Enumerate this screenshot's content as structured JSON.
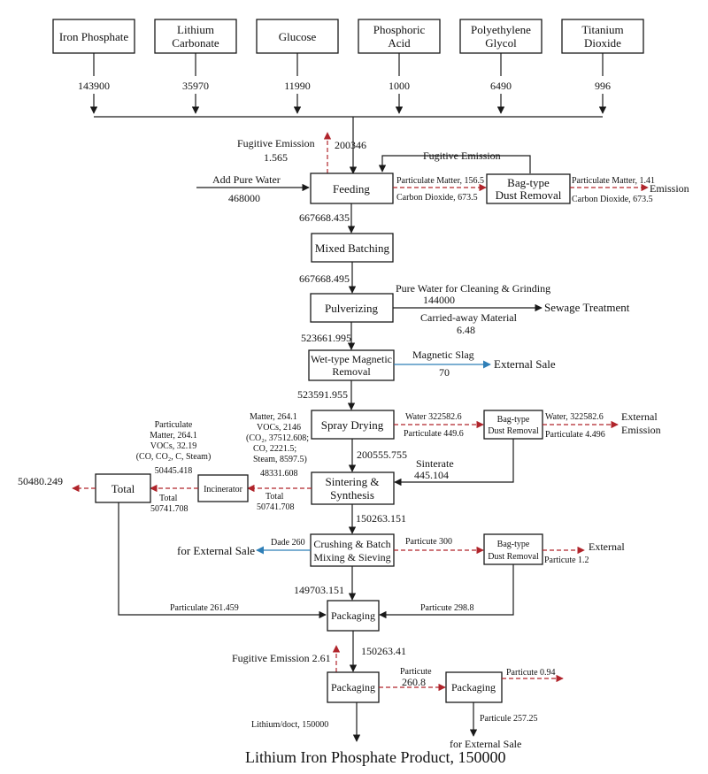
{
  "inputs": {
    "iron_phosphate": {
      "label": "Iron Phosphate",
      "value": "143900"
    },
    "lithium_carbonate": {
      "label1": "Lithium",
      "label2": "Carbonate",
      "value": "35970"
    },
    "glucose": {
      "label": "Glucose",
      "value": "11990"
    },
    "phosphoric_acid": {
      "label1": "Phosphoric",
      "label2": "Acid",
      "value": "1000"
    },
    "peg": {
      "label1": "Polyethylene",
      "label2": "Glycol",
      "value": "6490"
    },
    "titanium_dioxide": {
      "label1": "Titanium",
      "label2": "Dioxide",
      "value": "996"
    }
  },
  "feeding": {
    "box": "Feeding",
    "in_total": "200346",
    "fugitive_label": "Fugitive Emission",
    "fugitive_value": "1.565",
    "water_label": "Add Pure Water",
    "water_value": "468000",
    "particulate": "Particulate Matter, 156.5",
    "co2": "Carbon Dioxide, 673.5",
    "return_label": "Fugitive Emission",
    "out": "667668.435"
  },
  "bag1": {
    "line1": "Bag-type",
    "line2": "Dust Removal",
    "particulate": "Particulate Matter, 1.41",
    "co2": "Carbon Dioxide, 673.5",
    "emission": "Emission"
  },
  "mixed": {
    "box": "Mixed Batching",
    "out": "667668.495"
  },
  "pulverizing": {
    "box": "Pulverizing",
    "water_label": "Pure Water for Cleaning & Grinding",
    "water_value": "144000",
    "sewage": "Sewage Treatment",
    "carried_label": "Carried-away Material",
    "carried_value": "6.48",
    "out": "523661.995"
  },
  "magnetic": {
    "line1": "Wet-type Magnetic",
    "line2": "Removal",
    "slag_label": "Magnetic Slag",
    "slag_value": "70",
    "sale": "External Sale",
    "out": "523591.955"
  },
  "spray": {
    "box": "Spray Drying",
    "water": "Water 322582.6",
    "particulate": "Particulate 449.6",
    "out": "200555.755"
  },
  "bag2": {
    "line1": "Bag-type",
    "line2": "Dust Removal",
    "water": "Water, 322582.6",
    "particulate": "Particulate 4.496",
    "ext1": "External",
    "ext2": "Emission",
    "sinter_label": "Sinterate",
    "sinter_value": "445.104"
  },
  "sintering": {
    "line1": "Sintering &",
    "line2": "Synthesis",
    "off_gas": [
      "Matter, 264.1",
      "VOCs, 2146",
      "(CO₂, 37512.608;",
      "CO, 2221.5;",
      "Steam, 8597.5)",
      "48331.608"
    ],
    "total_label": "Total",
    "total_value": "50741.708",
    "out": "150263.151"
  },
  "incinerator": {
    "box": "Incinerator",
    "out_lines": [
      "Particulate",
      "Matter, 264.1",
      "VOCs, 32.19",
      "(CO, CO₂, C, Steam)",
      "50445.418"
    ],
    "total_label": "Total",
    "total_value": "50741.708"
  },
  "total": {
    "box": "Total",
    "value": "50480.249"
  },
  "crushing": {
    "line1": "Crushing & Batch",
    "line2": "Mixing & Sieving",
    "dade": "Dade 260",
    "sale": "for External Sale",
    "particulate": "Particute 300",
    "out": "149703.151"
  },
  "bag3": {
    "line1": "Bag-type",
    "line2": "Dust Removal",
    "particulate": "Particute 1.2",
    "external": "External"
  },
  "packaging1": {
    "box": "Packaging",
    "left_label": "Particulate 261.459",
    "right_label": "Particute 298.8",
    "fugitive": "Fugitive Emission 2.61",
    "out": "150263.41"
  },
  "packaging2": {
    "box": "Packaging",
    "particulate_label": "Particute",
    "particulate_value": "260.8",
    "product_label": "Lithium/doct, 150000"
  },
  "packaging3": {
    "box": "Packaging",
    "particulate": "Particute 0.94",
    "down_label": "Particule 257.25",
    "sale": "for External Sale"
  },
  "product": {
    "title": "Lithium Iron Phosphate Product, 150000"
  }
}
